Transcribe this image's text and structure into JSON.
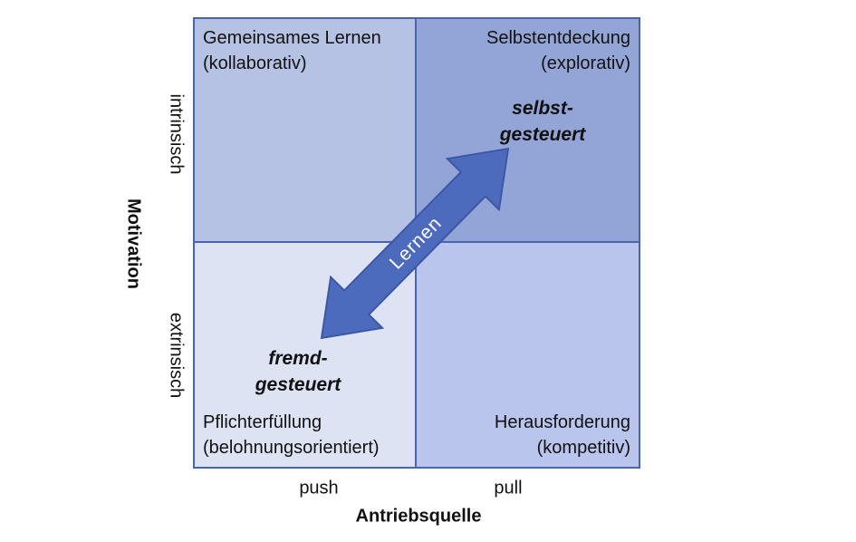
{
  "diagram": {
    "type": "2x2-quadrant-matrix",
    "background": "#ffffff"
  },
  "axes": {
    "y_label": "Motivation",
    "y_top_tick": "intrinsisch",
    "y_bottom_tick": "extrinsisch",
    "x_label": "Antriebsquelle",
    "x_left_tick": "push",
    "x_right_tick": "pull"
  },
  "quadrants": {
    "top_left": {
      "line1": "Gemeinsames Lernen",
      "line2": "(kollaborativ)",
      "bg": "#b5c2e3"
    },
    "top_right": {
      "line1": "Selbstentdeckung",
      "line2": "(explorativ)",
      "bg": "#93a5d6"
    },
    "bottom_left": {
      "line1": "Pflichterfüllung",
      "line2": "(belohnungsorientiert)",
      "bg": "#dde3f3"
    },
    "bottom_right": {
      "line1": "Herausforderung",
      "line2": "(kompetitiv)",
      "bg": "#b9c5ec"
    }
  },
  "mode_labels": {
    "self_directed": {
      "line1": "selbst-",
      "line2": "gesteuert"
    },
    "other_directed": {
      "line1": "fremd-",
      "line2": "gesteuert"
    }
  },
  "arrow": {
    "label": "Lernen",
    "fill": "#4d6bbd",
    "stroke": "#3c57a6",
    "label_color": "#ffffff"
  },
  "colors": {
    "grid_border": "#4a65b0",
    "text": "#111111"
  }
}
